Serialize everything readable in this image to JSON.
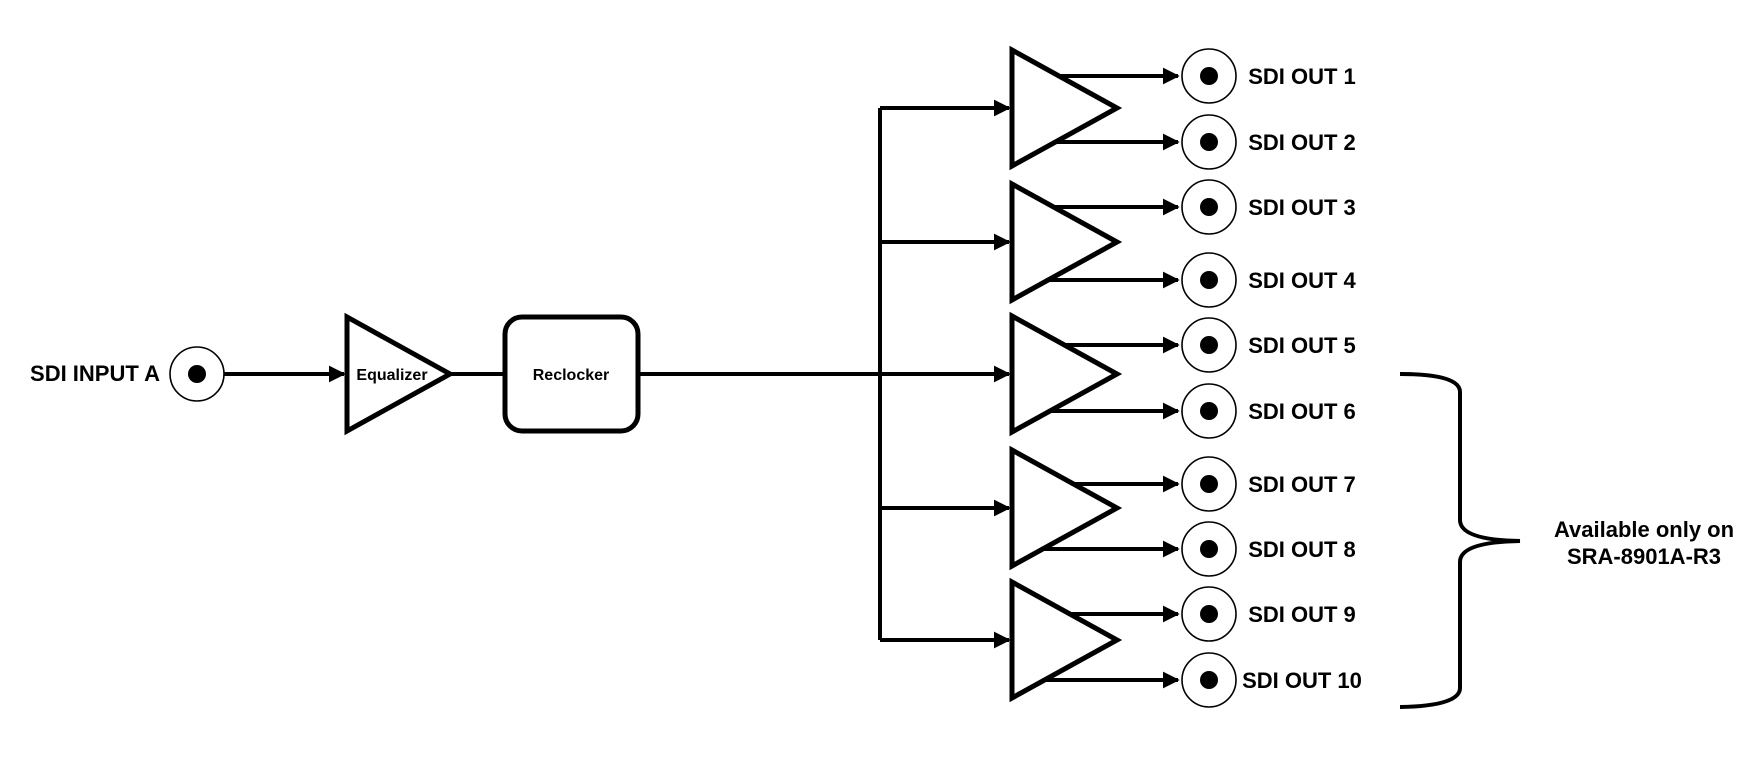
{
  "input": {
    "label": "SDI INPUT A"
  },
  "stages": {
    "equalizer_label": "Equalizer",
    "reclocker_label": "Reclocker"
  },
  "outputs": [
    {
      "label": "SDI OUT 1"
    },
    {
      "label": "SDI OUT 2"
    },
    {
      "label": "SDI OUT 3"
    },
    {
      "label": "SDI OUT 4"
    },
    {
      "label": "SDI OUT 5"
    },
    {
      "label": "SDI OUT 6"
    },
    {
      "label": "SDI OUT 7"
    },
    {
      "label": "SDI OUT 8"
    },
    {
      "label": "SDI OUT 9"
    },
    {
      "label": "SDI OUT 10"
    }
  ],
  "note": {
    "line1": "Available only on",
    "line2": "SRA-8901A-R3"
  }
}
